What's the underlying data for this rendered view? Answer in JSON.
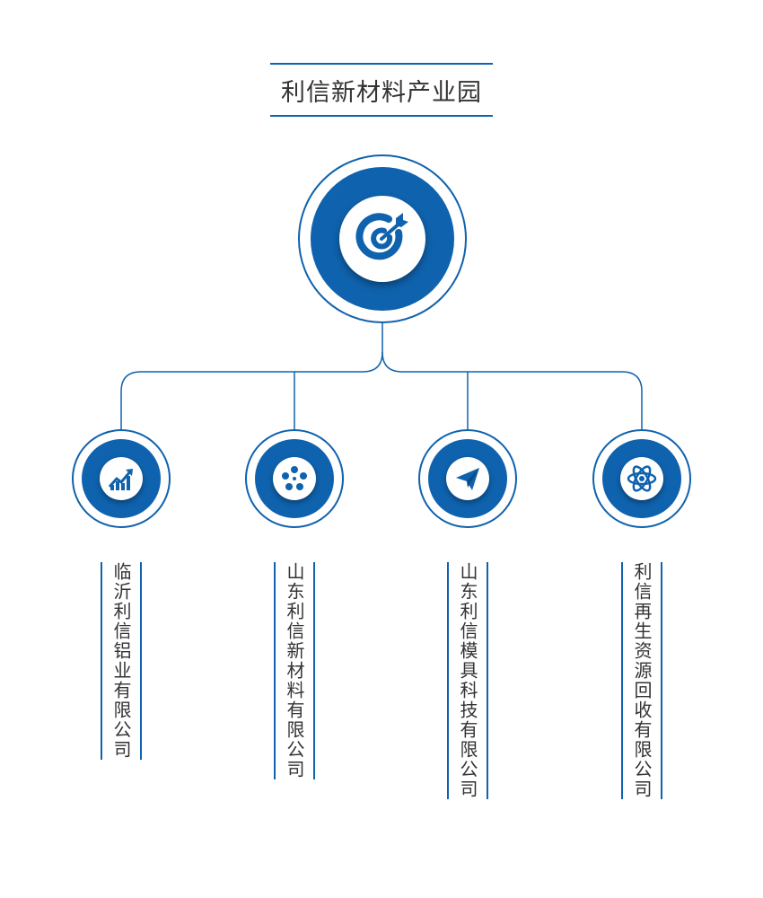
{
  "title": "利信新材料产业园",
  "colors": {
    "primary": "#0f62ad",
    "text": "#333333"
  },
  "root": {
    "icon": "target-arrow-icon"
  },
  "children": [
    {
      "icon": "growth-chart-icon",
      "label": "临沂利信铝业有限公司"
    },
    {
      "icon": "film-reel-icon",
      "label": "山东利信新材料有限公司"
    },
    {
      "icon": "paper-plane-icon",
      "label": "山东利信模具科技有限公司"
    },
    {
      "icon": "atom-icon",
      "label": "利信再生资源回收有限公司"
    }
  ]
}
